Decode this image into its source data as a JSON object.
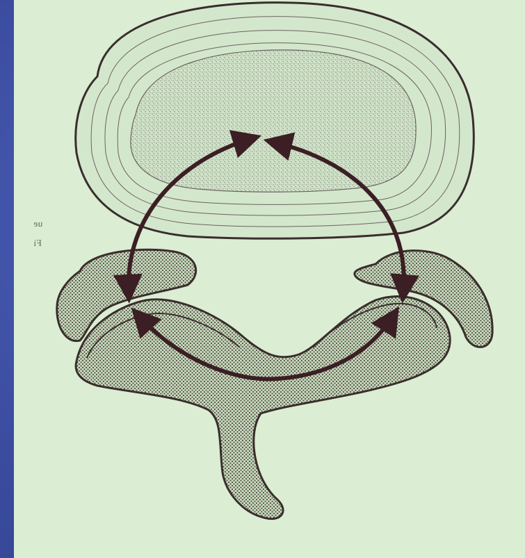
{
  "slide": {
    "background": "#3d4fa2",
    "photo_background": "#d9ecd2"
  },
  "diagram": {
    "structures": [
      {
        "name": "vertebral-body",
        "fill": "#d6ead0",
        "stroke": "#3a2d2d"
      },
      {
        "name": "nucleus",
        "fill": "#c9e0c2"
      },
      {
        "name": "left-facet",
        "fill": "#b7d0ae"
      },
      {
        "name": "right-facet",
        "fill": "#b7d0ae"
      },
      {
        "name": "posterior-arch",
        "fill": "#b7d0ae"
      }
    ],
    "arrow_color": "#3b1f24",
    "arrows": [
      "left-vertical-double-arrow",
      "right-vertical-double-arrow",
      "bottom-curved-double-arrow"
    ]
  },
  "margin_text": {
    "line1": "ue",
    "line2": "Fi"
  }
}
